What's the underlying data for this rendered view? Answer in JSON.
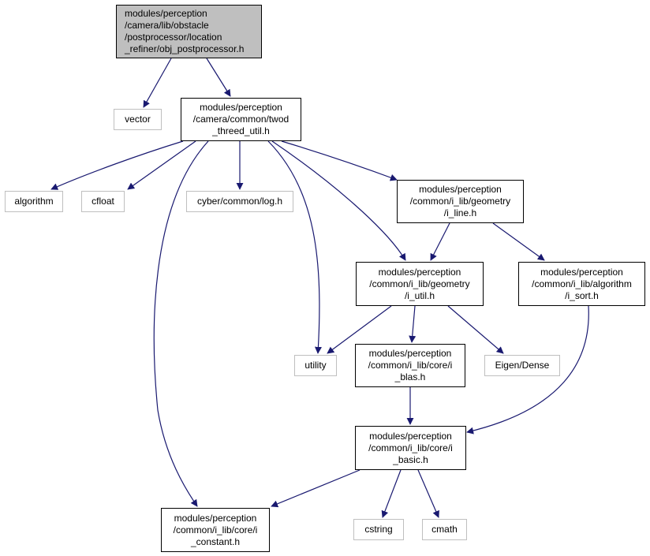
{
  "colors": {
    "edge": "#191970",
    "root_fill": "#bfbfbf",
    "node_border": "#000000",
    "ext_border": "#bfbfbf"
  },
  "nodes": {
    "obj_postprocessor": "modules/perception\n/camera/lib/obstacle\n/postprocessor/location\n_refiner/obj_postprocessor.h",
    "vector": "vector",
    "twod_threed_util": "modules/perception\n/camera/common/twod\n_threed_util.h",
    "algorithm": "algorithm",
    "cfloat": "cfloat",
    "cyber_log": "cyber/common/log.h",
    "i_line": "modules/perception\n/common/i_lib/geometry\n/i_line.h",
    "i_util": "modules/perception\n/common/i_lib/geometry\n/i_util.h",
    "i_sort": "modules/perception\n/common/i_lib/algorithm\n/i_sort.h",
    "utility": "utility",
    "i_blas": "modules/perception\n/common/i_lib/core/i\n_blas.h",
    "eigen_dense": "Eigen/Dense",
    "i_basic": "modules/perception\n/common/i_lib/core/i\n_basic.h",
    "i_constant": "modules/perception\n/common/i_lib/core/i\n_constant.h",
    "cstring": "cstring",
    "cmath": "cmath"
  },
  "edges": [
    [
      "obj_postprocessor",
      "vector"
    ],
    [
      "obj_postprocessor",
      "twod_threed_util"
    ],
    [
      "twod_threed_util",
      "algorithm"
    ],
    [
      "twod_threed_util",
      "cfloat"
    ],
    [
      "twod_threed_util",
      "cyber_log"
    ],
    [
      "twod_threed_util",
      "i_line"
    ],
    [
      "twod_threed_util",
      "i_util"
    ],
    [
      "twod_threed_util",
      "utility"
    ],
    [
      "twod_threed_util",
      "i_constant"
    ],
    [
      "i_line",
      "i_util"
    ],
    [
      "i_line",
      "i_sort"
    ],
    [
      "i_util",
      "utility"
    ],
    [
      "i_util",
      "i_blas"
    ],
    [
      "i_util",
      "eigen_dense"
    ],
    [
      "i_sort",
      "i_basic"
    ],
    [
      "i_blas",
      "i_basic"
    ],
    [
      "i_basic",
      "i_constant"
    ],
    [
      "i_basic",
      "cstring"
    ],
    [
      "i_basic",
      "cmath"
    ]
  ]
}
